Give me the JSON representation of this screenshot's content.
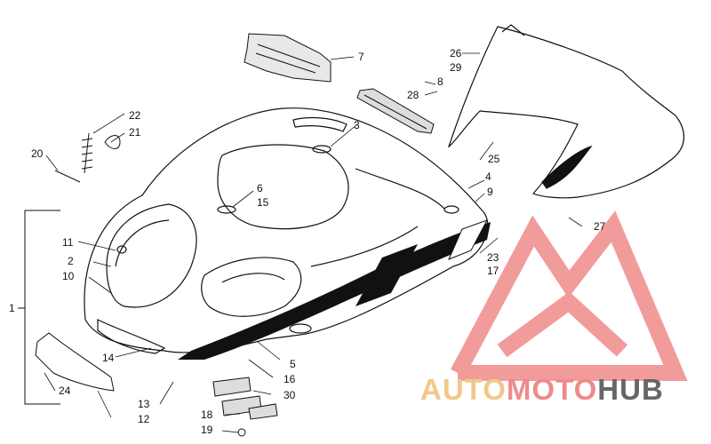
{
  "callouts": {
    "c1": "1",
    "c2": "2",
    "c3": "3",
    "c4": "4",
    "c5": "5",
    "c6": "6",
    "c7": "7",
    "c8": "8",
    "c9": "9",
    "c10": "10",
    "c11": "11",
    "c12": "12",
    "c13": "13",
    "c14": "14",
    "c15": "15",
    "c16": "16",
    "c17": "17",
    "c18": "18",
    "c19": "19",
    "c20": "20",
    "c21": "21",
    "c22": "22",
    "c23": "23",
    "c24": "24",
    "c25": "25",
    "c26": "26",
    "c27": "27",
    "c28": "28",
    "c29": "29",
    "c30": "30"
  },
  "watermark": {
    "part1": "AUTO",
    "part2": "MOTO",
    "part3": "HUB"
  },
  "colors": {
    "line": "#111111",
    "logo_red": "#f08a8a",
    "watermark_auto": "#f2c88a",
    "watermark_moto": "#ef8a8a",
    "watermark_hub": "#666666"
  }
}
